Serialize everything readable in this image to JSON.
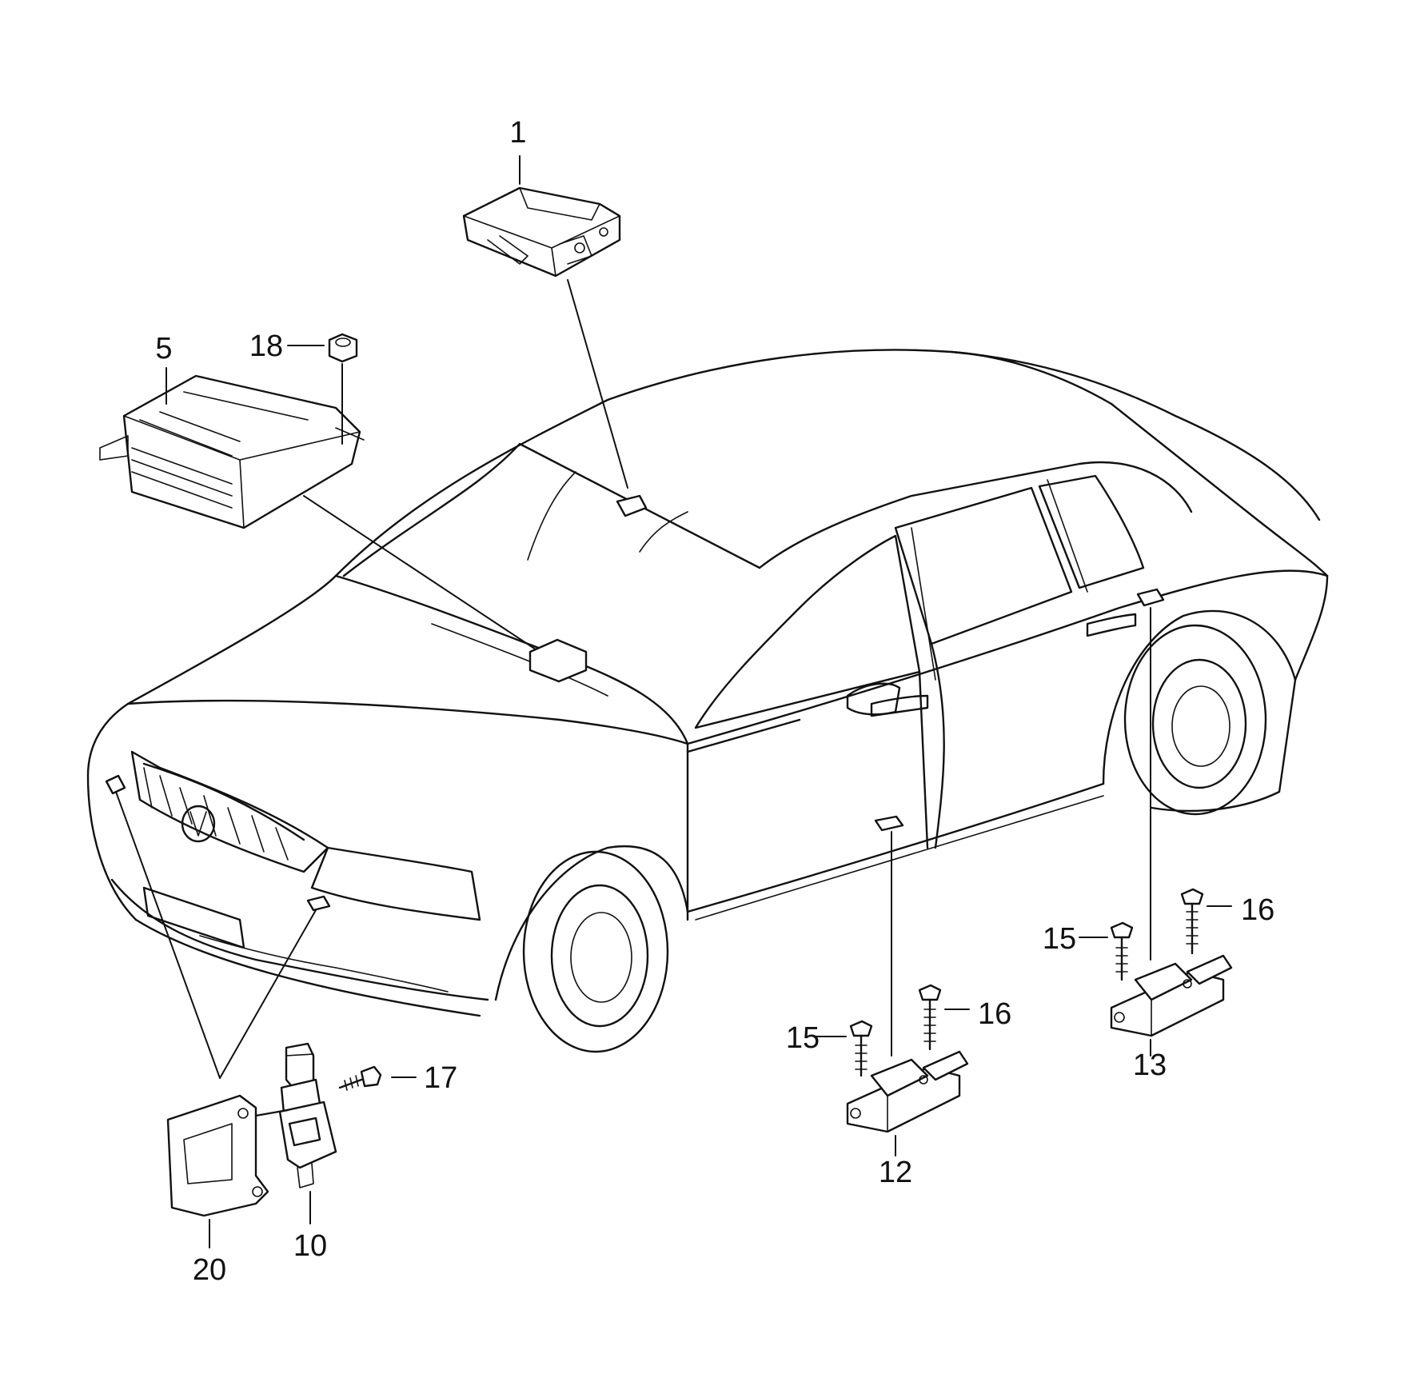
{
  "callouts": {
    "c1": "1",
    "c5": "5",
    "c18": "18",
    "c10": "10",
    "c12": "12",
    "c13": "13",
    "c15a": "15",
    "c15b": "15",
    "c16a": "16",
    "c16b": "16",
    "c17": "17",
    "c20": "20"
  },
  "colors": {
    "line": "#111111",
    "background": "#ffffff"
  }
}
